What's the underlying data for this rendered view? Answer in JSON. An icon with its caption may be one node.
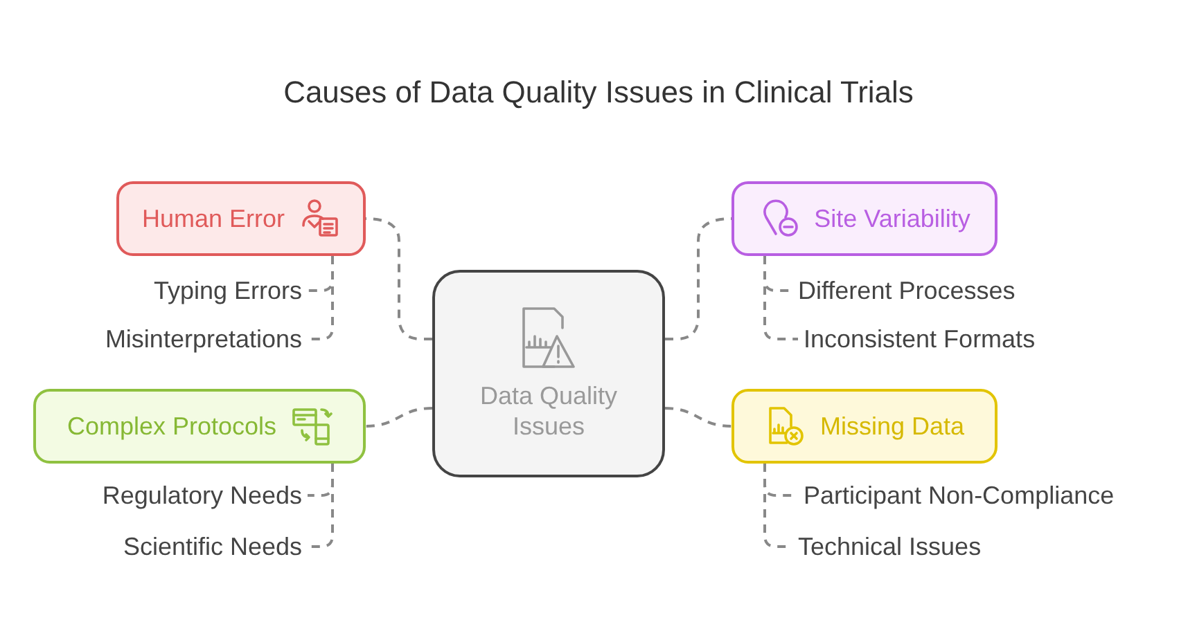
{
  "diagram": {
    "title": "Causes of Data Quality Issues in Clinical Trials",
    "nodes": [
      {
        "text": [
          "Data Quality Issues"
        ]
      },
      {
        "text": [
          "Human Error"
        ]
      },
      {
        "text": [
          "Typing Errors"
        ]
      },
      {
        "text": [
          "Misinterpretations"
        ]
      },
      {
        "text": [
          "Complex Protocols"
        ]
      },
      {
        "text": [
          "Regulatory Needs"
        ]
      },
      {
        "text": [
          "Scientific Needs"
        ]
      },
      {
        "text": [
          "Site Variability"
        ]
      },
      {
        "text": [
          "Different Processes"
        ]
      },
      {
        "text": [
          "Inconsistent Formats"
        ]
      },
      {
        "text": [
          "Missing Data"
        ]
      },
      {
        "text": [
          "Participant Non-Compliance"
        ]
      },
      {
        "text": [
          "Technical Issues"
        ]
      }
    ],
    "edges": [
      {
        "from": 0,
        "to": 1,
        "arrow": "none",
        "style": "dashed"
      },
      {
        "from": 0,
        "to": 4,
        "arrow": "none",
        "style": "dashed"
      },
      {
        "from": 0,
        "to": 7,
        "arrow": "none",
        "style": "dashed"
      },
      {
        "from": 0,
        "to": 10,
        "arrow": "none",
        "style": "dashed"
      },
      {
        "from": 1,
        "to": 2,
        "arrow": "none",
        "style": "dashed"
      },
      {
        "from": 1,
        "to": 3,
        "arrow": "none",
        "style": "dashed"
      },
      {
        "from": 4,
        "to": 5,
        "arrow": "none",
        "style": "dashed"
      },
      {
        "from": 4,
        "to": 6,
        "arrow": "none",
        "style": "dashed"
      },
      {
        "from": 7,
        "to": 8,
        "arrow": "none",
        "style": "dashed"
      },
      {
        "from": 7,
        "to": 9,
        "arrow": "none",
        "style": "dashed"
      },
      {
        "from": 10,
        "to": 11,
        "arrow": "none",
        "style": "dashed"
      },
      {
        "from": 10,
        "to": 12,
        "arrow": "none",
        "style": "dashed"
      }
    ]
  }
}
